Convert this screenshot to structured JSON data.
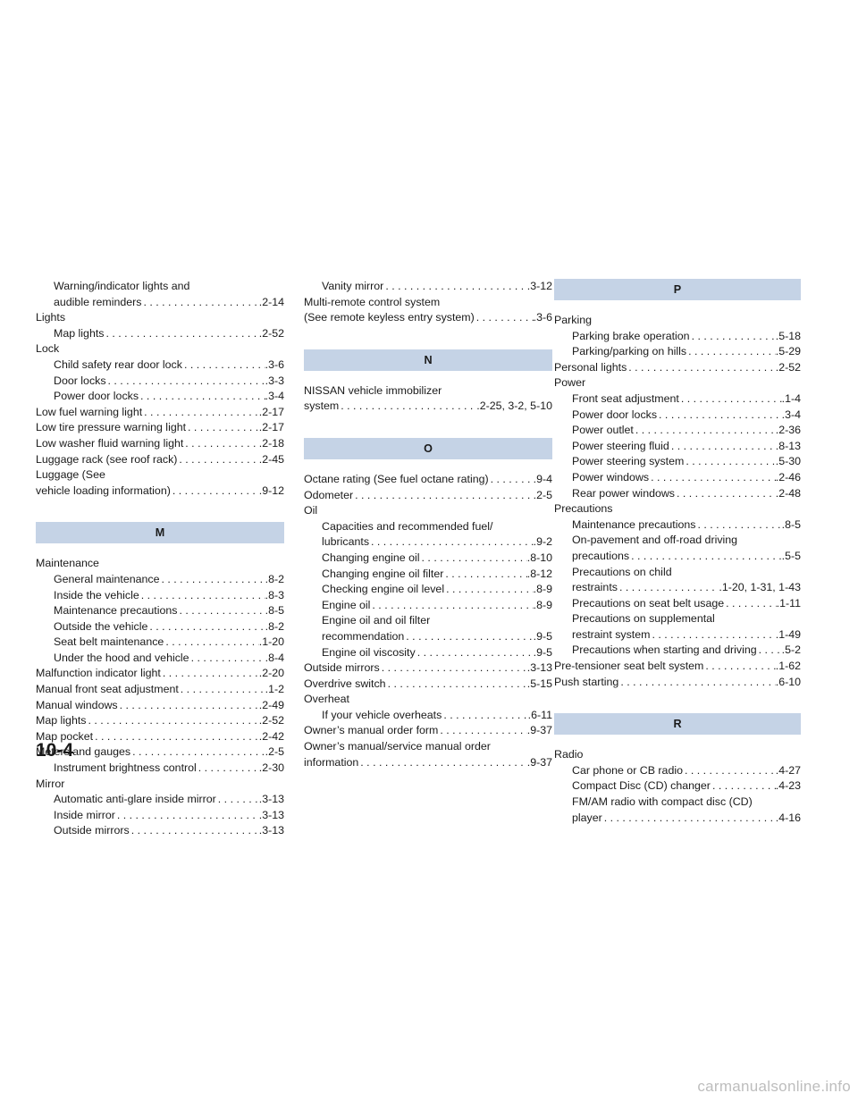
{
  "col1": {
    "pre": [
      {
        "text": "Warning/indicator lights and",
        "indent": true
      },
      {
        "text": "audible reminders",
        "page": ".2-14",
        "indent": true
      },
      {
        "text": "Lights"
      },
      {
        "text": "Map lights",
        "page": ".2-52",
        "indent": true
      },
      {
        "text": "Lock"
      },
      {
        "text": "Child safety rear door lock",
        "page": ".3-6",
        "indent": true
      },
      {
        "text": "Door locks",
        "page": ".3-3",
        "indent": true
      },
      {
        "text": "Power door locks",
        "page": ".3-4",
        "indent": true
      },
      {
        "text": "Low fuel warning light",
        "page": ".2-17"
      },
      {
        "text": "Low tire pressure warning light",
        "page": ".2-17"
      },
      {
        "text": "Low washer fluid warning light",
        "page": ".2-18"
      },
      {
        "text": "Luggage rack (see roof rack)",
        "page": ".2-45"
      },
      {
        "text": "Luggage (See"
      },
      {
        "text": "vehicle loading information)",
        "page": ".9-12"
      }
    ],
    "header": "M",
    "post": [
      {
        "text": "Maintenance"
      },
      {
        "text": "General maintenance",
        "page": ".8-2",
        "indent": true
      },
      {
        "text": "Inside the vehicle",
        "page": ".8-3",
        "indent": true
      },
      {
        "text": "Maintenance precautions",
        "page": ".8-5",
        "indent": true
      },
      {
        "text": "Outside the vehicle",
        "page": ".8-2",
        "indent": true
      },
      {
        "text": "Seat belt maintenance",
        "page": ".1-20",
        "indent": true
      },
      {
        "text": "Under the hood and vehicle",
        "page": ".8-4",
        "indent": true
      },
      {
        "text": "Malfunction indicator light",
        "page": ".2-20"
      },
      {
        "text": "Manual front seat adjustment",
        "page": ".1-2"
      },
      {
        "text": "Manual windows",
        "page": ".2-49"
      },
      {
        "text": "Map lights",
        "page": ".2-52"
      },
      {
        "text": "Map pocket",
        "page": ".2-42"
      },
      {
        "text": "Meters and gauges",
        "page": ".2-5"
      },
      {
        "text": "Instrument brightness control",
        "page": ".2-30",
        "indent": true
      },
      {
        "text": "Mirror"
      },
      {
        "text": "Automatic anti-glare inside mirror",
        "page": ".3-13",
        "indent": true
      },
      {
        "text": "Inside mirror",
        "page": ".3-13",
        "indent": true
      },
      {
        "text": "Outside mirrors",
        "page": ".3-13",
        "indent": true
      }
    ]
  },
  "col2": {
    "pre": [
      {
        "text": "Vanity mirror",
        "page": ".3-12",
        "indent": true
      },
      {
        "text": "Multi-remote control system"
      },
      {
        "text": "(See remote keyless entry system)",
        "page": ".3-6"
      }
    ],
    "n_header": "N",
    "n_entries": [
      {
        "text": "NISSAN vehicle immobilizer"
      },
      {
        "text": "system",
        "page": ".2-25, 3-2, 5-10"
      }
    ],
    "o_header": "O",
    "o_entries": [
      {
        "text": "Octane rating (See fuel octane rating)",
        "page": ".9-4"
      },
      {
        "text": "Odometer",
        "page": ".2-5"
      },
      {
        "text": "Oil"
      },
      {
        "text": "Capacities and recommended fuel/",
        "indent": true
      },
      {
        "text": "lubricants",
        "page": ".9-2",
        "indent": true
      },
      {
        "text": "Changing engine oil",
        "page": ".8-10",
        "indent": true
      },
      {
        "text": "Changing engine oil filter",
        "page": ".8-12",
        "indent": true
      },
      {
        "text": "Checking engine oil level",
        "page": ".8-9",
        "indent": true
      },
      {
        "text": "Engine oil",
        "page": ".8-9",
        "indent": true
      },
      {
        "text": "Engine oil and oil filter",
        "indent": true
      },
      {
        "text": "recommendation",
        "page": ".9-5",
        "indent": true
      },
      {
        "text": "Engine oil viscosity",
        "page": ".9-5",
        "indent": true
      },
      {
        "text": "Outside mirrors",
        "page": ".3-13"
      },
      {
        "text": "Overdrive switch",
        "page": ".5-15"
      },
      {
        "text": "Overheat"
      },
      {
        "text": "If your vehicle overheats",
        "page": ".6-11",
        "indent": true
      },
      {
        "text": "Owner’s manual order form",
        "page": ".9-37"
      },
      {
        "text": "Owner’s manual/service manual order"
      },
      {
        "text": "information",
        "page": ".9-37"
      }
    ]
  },
  "col3": {
    "p_header": "P",
    "p_entries": [
      {
        "text": "Parking"
      },
      {
        "text": "Parking brake operation",
        "page": ".5-18",
        "indent": true
      },
      {
        "text": "Parking/parking on hills",
        "page": ".5-29",
        "indent": true
      },
      {
        "text": "Personal lights",
        "page": ".2-52"
      },
      {
        "text": "Power"
      },
      {
        "text": "Front seat adjustment",
        "page": ".1-4",
        "indent": true
      },
      {
        "text": "Power door locks",
        "page": ".3-4",
        "indent": true
      },
      {
        "text": "Power outlet",
        "page": ".2-36",
        "indent": true
      },
      {
        "text": "Power steering fluid",
        "page": ".8-13",
        "indent": true
      },
      {
        "text": "Power steering system",
        "page": ".5-30",
        "indent": true
      },
      {
        "text": "Power windows",
        "page": ".2-46",
        "indent": true
      },
      {
        "text": "Rear power windows",
        "page": ".2-48",
        "indent": true
      },
      {
        "text": "Precautions"
      },
      {
        "text": "Maintenance precautions",
        "page": ".8-5",
        "indent": true
      },
      {
        "text": "On-pavement and off-road driving",
        "indent": true
      },
      {
        "text": "precautions",
        "page": ".5-5",
        "indent": true
      },
      {
        "text": "Precautions on child",
        "indent": true
      },
      {
        "text": "restraints",
        "page": ".1-20, 1-31, 1-43",
        "indent": true
      },
      {
        "text": "Precautions on seat belt usage",
        "page": ".1-11",
        "indent": true
      },
      {
        "text": "Precautions on supplemental",
        "indent": true
      },
      {
        "text": "restraint system",
        "page": ".1-49",
        "indent": true
      },
      {
        "text": "Precautions when starting and driving",
        "page": ".5-2",
        "indent": true
      },
      {
        "text": "Pre-tensioner seat belt system",
        "page": ".1-62"
      },
      {
        "text": "Push starting",
        "page": ".6-10"
      }
    ],
    "r_header": "R",
    "r_entries": [
      {
        "text": "Radio"
      },
      {
        "text": "Car phone or CB radio",
        "page": ".4-27",
        "indent": true
      },
      {
        "text": "Compact Disc (CD) changer",
        "page": ".4-23",
        "indent": true
      },
      {
        "text": "FM/AM radio with compact disc (CD)",
        "indent": true
      },
      {
        "text": "player",
        "page": ".4-16",
        "indent": true
      }
    ]
  },
  "page_number": "10-4",
  "watermark": "carmanualsonline.info",
  "colors": {
    "section_header_bg": "#c5d3e6",
    "text": "#1a1a1a",
    "watermark": "#bdbdbd"
  }
}
